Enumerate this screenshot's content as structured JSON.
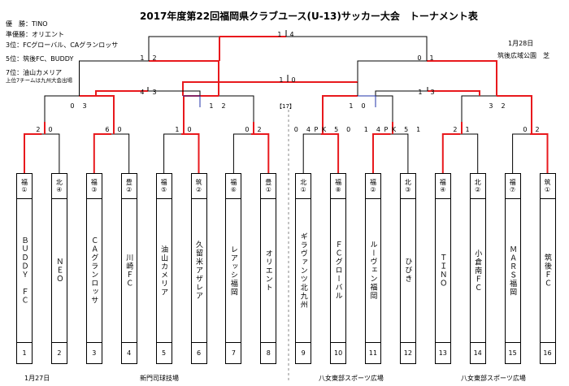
{
  "header": {
    "title": "2017年度第22回福岡県クラブユース(U-13)サッカー大会　トーナメント表",
    "date": "1月28日",
    "venue": "筑後広域公園　芝"
  },
  "results": [
    "優　勝：TINO",
    "準優勝：オリエント",
    "3位：FCグローバル、CAグランロッサ",
    "5位：筑後FC、BUDDY",
    "7位：油山カメリア"
  ],
  "note": "上位7チームは九州大会出場",
  "match17_label": "【17】",
  "scores": {
    "final": "1　4",
    "sf_left": "1　2",
    "sf_right": "0　1",
    "third_place": "1　0",
    "fifth_left": "4　3",
    "fifth_right": "1　3",
    "qf1": "0　3",
    "qf2": "1　2",
    "qf3": "1　0",
    "qf4": "3　2",
    "r1_1": "2　0",
    "r1_2": "6　0",
    "r1_3": "1　0",
    "r1_4": "0　2",
    "r1_5": "0　4 P K　5　0",
    "r1_6": "1　4 P K　5　1",
    "r1_7": "2　1",
    "r1_8": "0　2"
  },
  "teams": [
    {
      "pref": "福",
      "seed": "①",
      "name": "ＢＵＤＤＹ　ＦＣ",
      "no": "1"
    },
    {
      "pref": "北",
      "seed": "④",
      "name": "ＮＥＯ",
      "no": "2"
    },
    {
      "pref": "福",
      "seed": "③",
      "name": "ＣＡグランロッサ",
      "no": "3"
    },
    {
      "pref": "豊",
      "seed": "②",
      "name": "川崎ＦＣ",
      "no": "4"
    },
    {
      "pref": "福",
      "seed": "⑤",
      "name": "油山カメリア",
      "no": "5"
    },
    {
      "pref": "筑",
      "seed": "②",
      "name": "久留米アザレア",
      "no": "6"
    },
    {
      "pref": "福",
      "seed": "⑥",
      "name": "レアッシ福岡",
      "no": "7"
    },
    {
      "pref": "豊",
      "seed": "①",
      "name": "オリエント",
      "no": "8"
    },
    {
      "pref": "北",
      "seed": "①",
      "name": "ギラヴァンツ北九州",
      "no": "9"
    },
    {
      "pref": "福",
      "seed": "⑧",
      "name": "ＦＣグローバル",
      "no": "10"
    },
    {
      "pref": "福",
      "seed": "②",
      "name": "ルーヴェン福岡",
      "no": "11"
    },
    {
      "pref": "北",
      "seed": "③",
      "name": "ひびき",
      "no": "12"
    },
    {
      "pref": "福",
      "seed": "④",
      "name": "ＴＩＮＯ",
      "no": "13"
    },
    {
      "pref": "北",
      "seed": "②",
      "name": "小倉南ＦＣ",
      "no": "14"
    },
    {
      "pref": "福",
      "seed": "⑦",
      "name": "ＭＡＲＳ福岡",
      "no": "15"
    },
    {
      "pref": "筑",
      "seed": "①",
      "name": "筑後ＦＣ",
      "no": "16"
    }
  ],
  "footer": {
    "date": "1月27日",
    "venue_left": "新門司球技場",
    "venue_center": "八女東部スポーツ広場",
    "venue_right": "八女東部スポーツ広場"
  },
  "colors": {
    "win": "#e8191d",
    "normal": "#000000",
    "blue": "#2233aa",
    "grey": "#8a8a8a"
  }
}
